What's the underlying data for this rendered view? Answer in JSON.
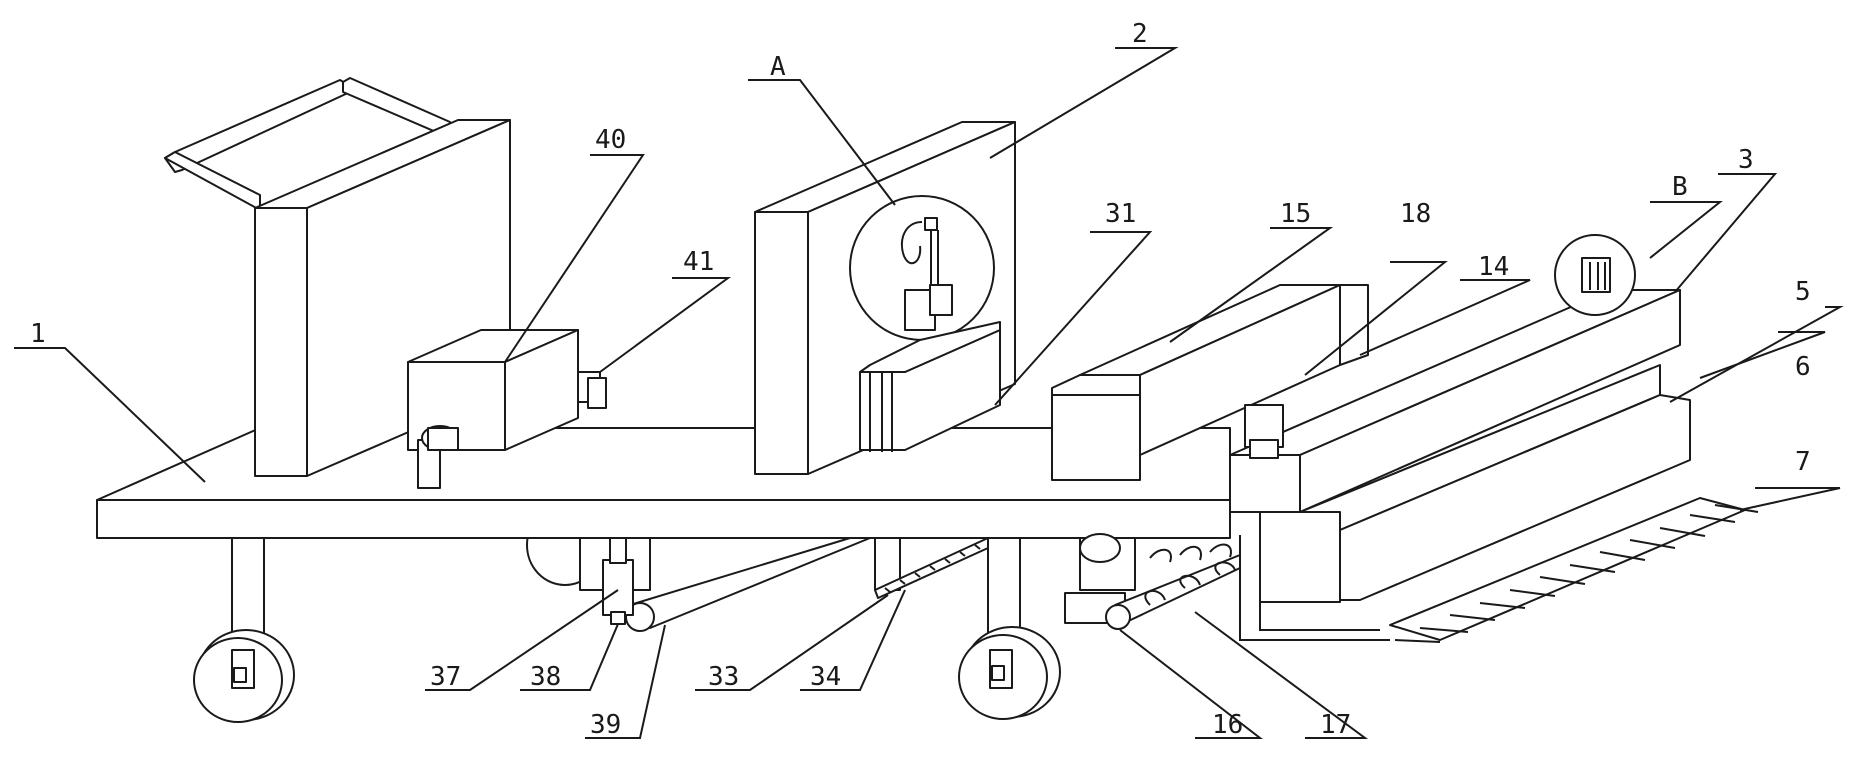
{
  "labels": {
    "l1": "1",
    "l2": "2",
    "l3": "3",
    "l5": "5",
    "l6": "6",
    "l7": "7",
    "l14": "14",
    "l15": "15",
    "l16": "16",
    "l17": "17",
    "l18": "18",
    "l31": "31",
    "l33": "33",
    "l34": "34",
    "l37": "37",
    "l38": "38",
    "l39": "39",
    "l40": "40",
    "l41": "41",
    "lA": "A",
    "lB": "B"
  }
}
